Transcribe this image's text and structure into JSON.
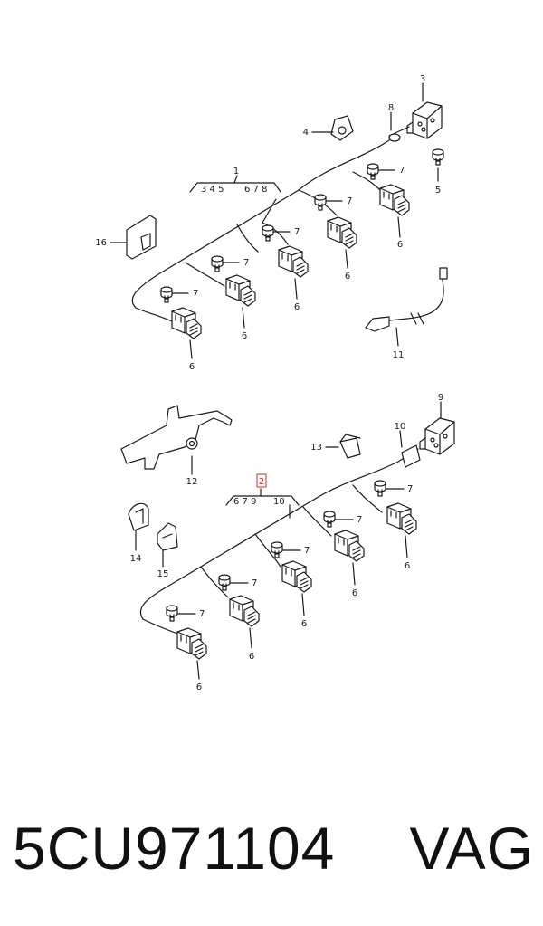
{
  "footer": {
    "part_number": "5CU971104",
    "brand": "VAG"
  },
  "upper": {
    "group_label": "1",
    "group_refs_left": "3 4 5",
    "group_refs_right": "6 7 8",
    "labels": {
      "c3": "3",
      "c4": "4",
      "c8": "8",
      "c5": "5",
      "c7": "7",
      "c16": "16",
      "c11": "11",
      "c6": "6"
    }
  },
  "lower": {
    "group_label": "2",
    "group_refs_left": "6 7 9",
    "group_refs_right": "10",
    "labels": {
      "c9": "9",
      "c10": "10",
      "c13": "13",
      "c12": "12",
      "c14": "14",
      "c15": "15",
      "c7": "7",
      "c6": "6"
    }
  },
  "colors": {
    "line": "#1a1a1a",
    "highlight": "#c8322a"
  }
}
